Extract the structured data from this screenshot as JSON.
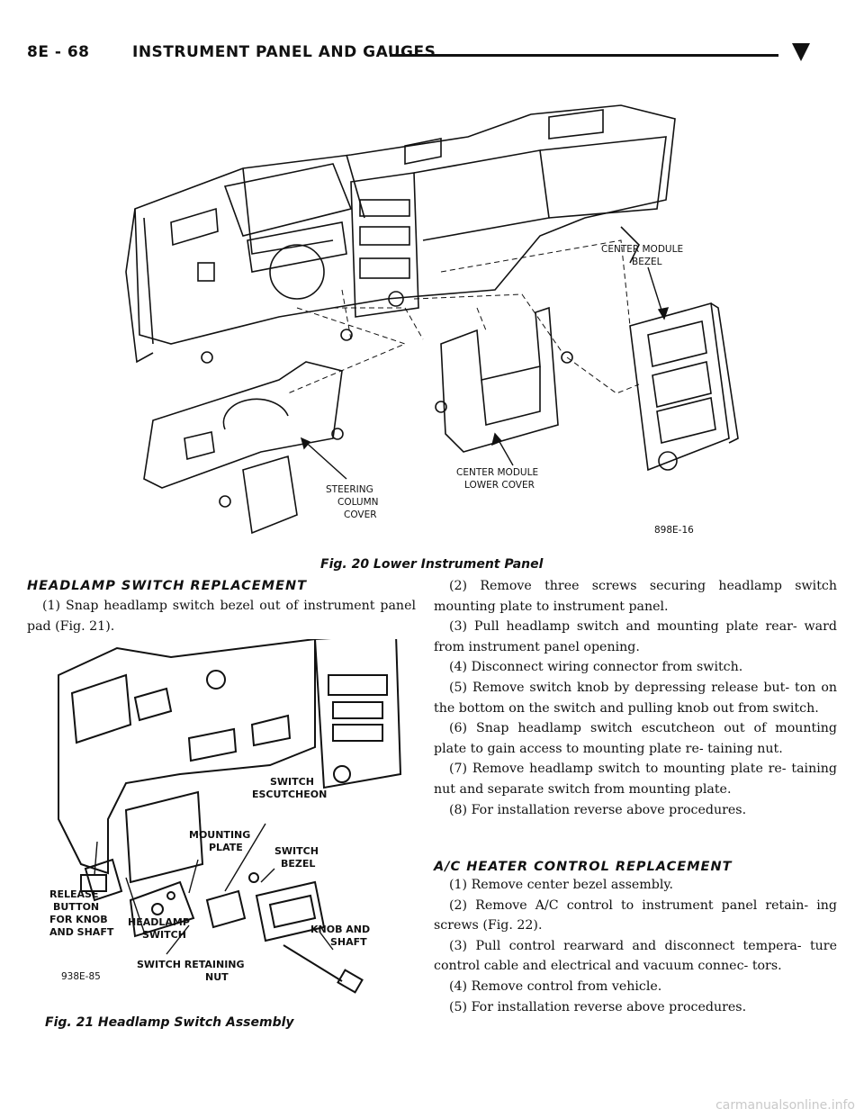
{
  "header": {
    "page_number": "8E - 68",
    "section_title": "INSTRUMENT PANEL AND GAUGES"
  },
  "figure20": {
    "caption": "Fig. 20 Lower Instrument Panel",
    "code": "898E-16",
    "labels": {
      "center_module_bezel": [
        "CENTER MODULE",
        "BEZEL"
      ],
      "center_module_lower_cover": [
        "CENTER MODULE",
        "LOWER COVER"
      ],
      "steering_column_cover": [
        "STEERING",
        "COLUMN",
        "COVER"
      ]
    }
  },
  "figure21": {
    "caption": "Fig. 21 Headlamp Switch Assembly",
    "code": "938E-85",
    "labels": {
      "switch_escutcheon": [
        "SWITCH",
        "ESCUTCHEON"
      ],
      "mounting_plate": [
        "MOUNTING",
        "PLATE"
      ],
      "switch_bezel": [
        "SWITCH",
        "BEZEL"
      ],
      "release_button": [
        "RELEASE",
        "BUTTON",
        "FOR KNOB",
        "AND SHAFT"
      ],
      "headlamp_switch": [
        "HEADLAMP",
        "SWITCH"
      ],
      "knob_and_shaft": [
        "KNOB AND",
        "SHAFT"
      ],
      "switch_retaining_nut": [
        "SWITCH RETAINING",
        "NUT"
      ]
    }
  },
  "headlamp_section": {
    "heading": "HEADLAMP SWITCH REPLACEMENT",
    "step1": "(1) Snap headlamp switch bezel out of instrument panel pad (Fig. 21).",
    "steps": [
      "(2) Remove three screws securing headlamp switch mounting plate to instrument panel.",
      "(3) Pull headlamp switch and mounting plate rear- ward from instrument panel opening.",
      "(4) Disconnect wiring connector from switch.",
      "(5) Remove switch knob by depressing release but- ton on the bottom on the switch and pulling knob out from switch.",
      "(6) Snap headlamp switch escutcheon out of mounting plate to gain access to mounting plate re- taining nut.",
      "(7) Remove headlamp switch to mounting plate re- taining nut and separate switch from mounting plate.",
      "(8) For installation reverse above procedures."
    ]
  },
  "ac_section": {
    "heading": "A/C HEATER CONTROL REPLACEMENT",
    "steps": [
      "(1) Remove center bezel assembly.",
      "(2) Remove A/C control to instrument panel retain- ing screws (Fig. 22).",
      "(3) Pull control rearward and disconnect tempera- ture control cable and electrical and vacuum connec- tors.",
      "(4) Remove control from vehicle.",
      "(5) For installation reverse above procedures."
    ]
  },
  "watermark": "carmanualsonline.info"
}
